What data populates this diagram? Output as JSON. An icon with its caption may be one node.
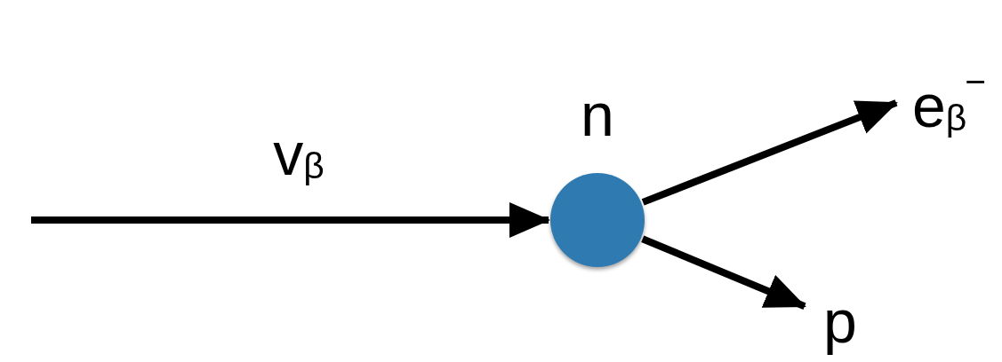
{
  "diagram": {
    "nodes": [
      {
        "text": [
          "n"
        ]
      },
      {
        "text": [
          "e$_{β}$$^{−}$"
        ]
      },
      {
        "text": [
          "p"
        ]
      }
    ],
    "edges": [
      {
        "from": null,
        "to": 0,
        "arrow": "to",
        "label": "v$_{β}$"
      },
      {
        "from": 0,
        "to": 1,
        "arrow": "to"
      },
      {
        "from": 0,
        "to": 2,
        "arrow": "to"
      }
    ]
  }
}
